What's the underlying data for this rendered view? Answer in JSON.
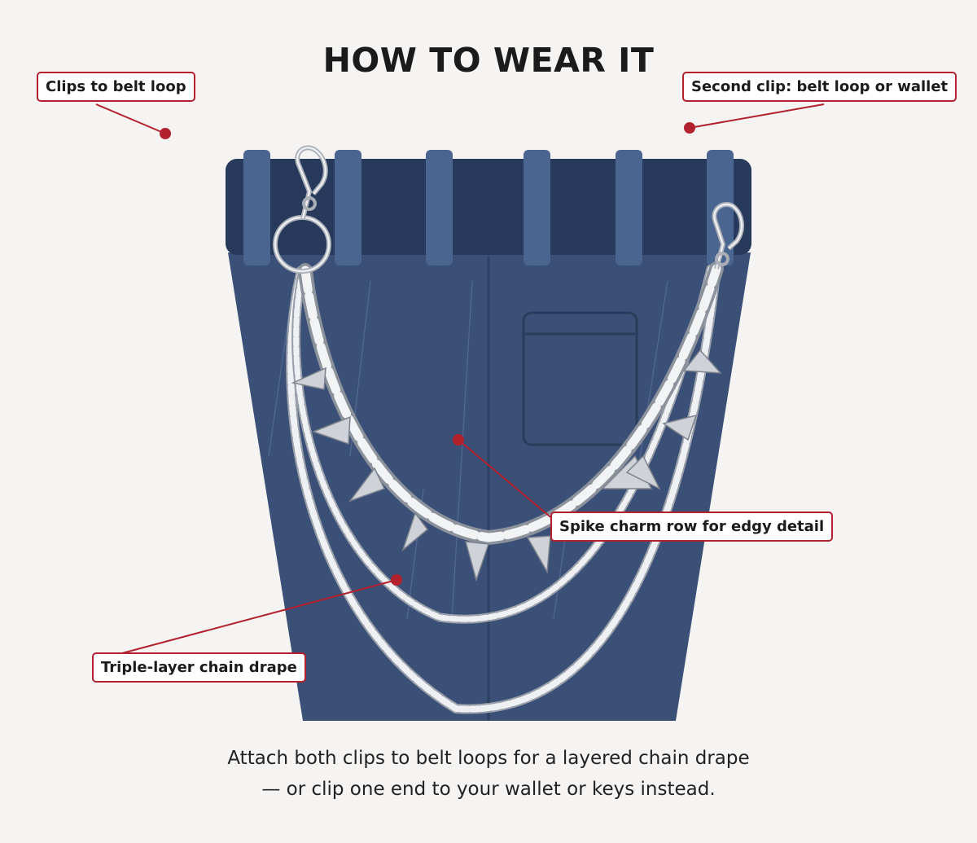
{
  "title": "HOW TO WEAR IT",
  "callouts": {
    "belt_loop": "Clips to belt loop",
    "second_clip": "Second clip: belt loop or wallet",
    "spike_row": "Spike charm row for edgy detail",
    "triple_layer": "Triple-layer chain drape"
  },
  "caption": {
    "line1": "Attach both clips to belt loops for a layered chain drape",
    "line2": "— or clip one end to your wallet or keys instead."
  },
  "colors": {
    "accent": "#b3202e",
    "denim": "#3b5077",
    "waistband": "#283a5b",
    "belt_loop": "#4a6590",
    "chain": "#e4e6ea"
  }
}
